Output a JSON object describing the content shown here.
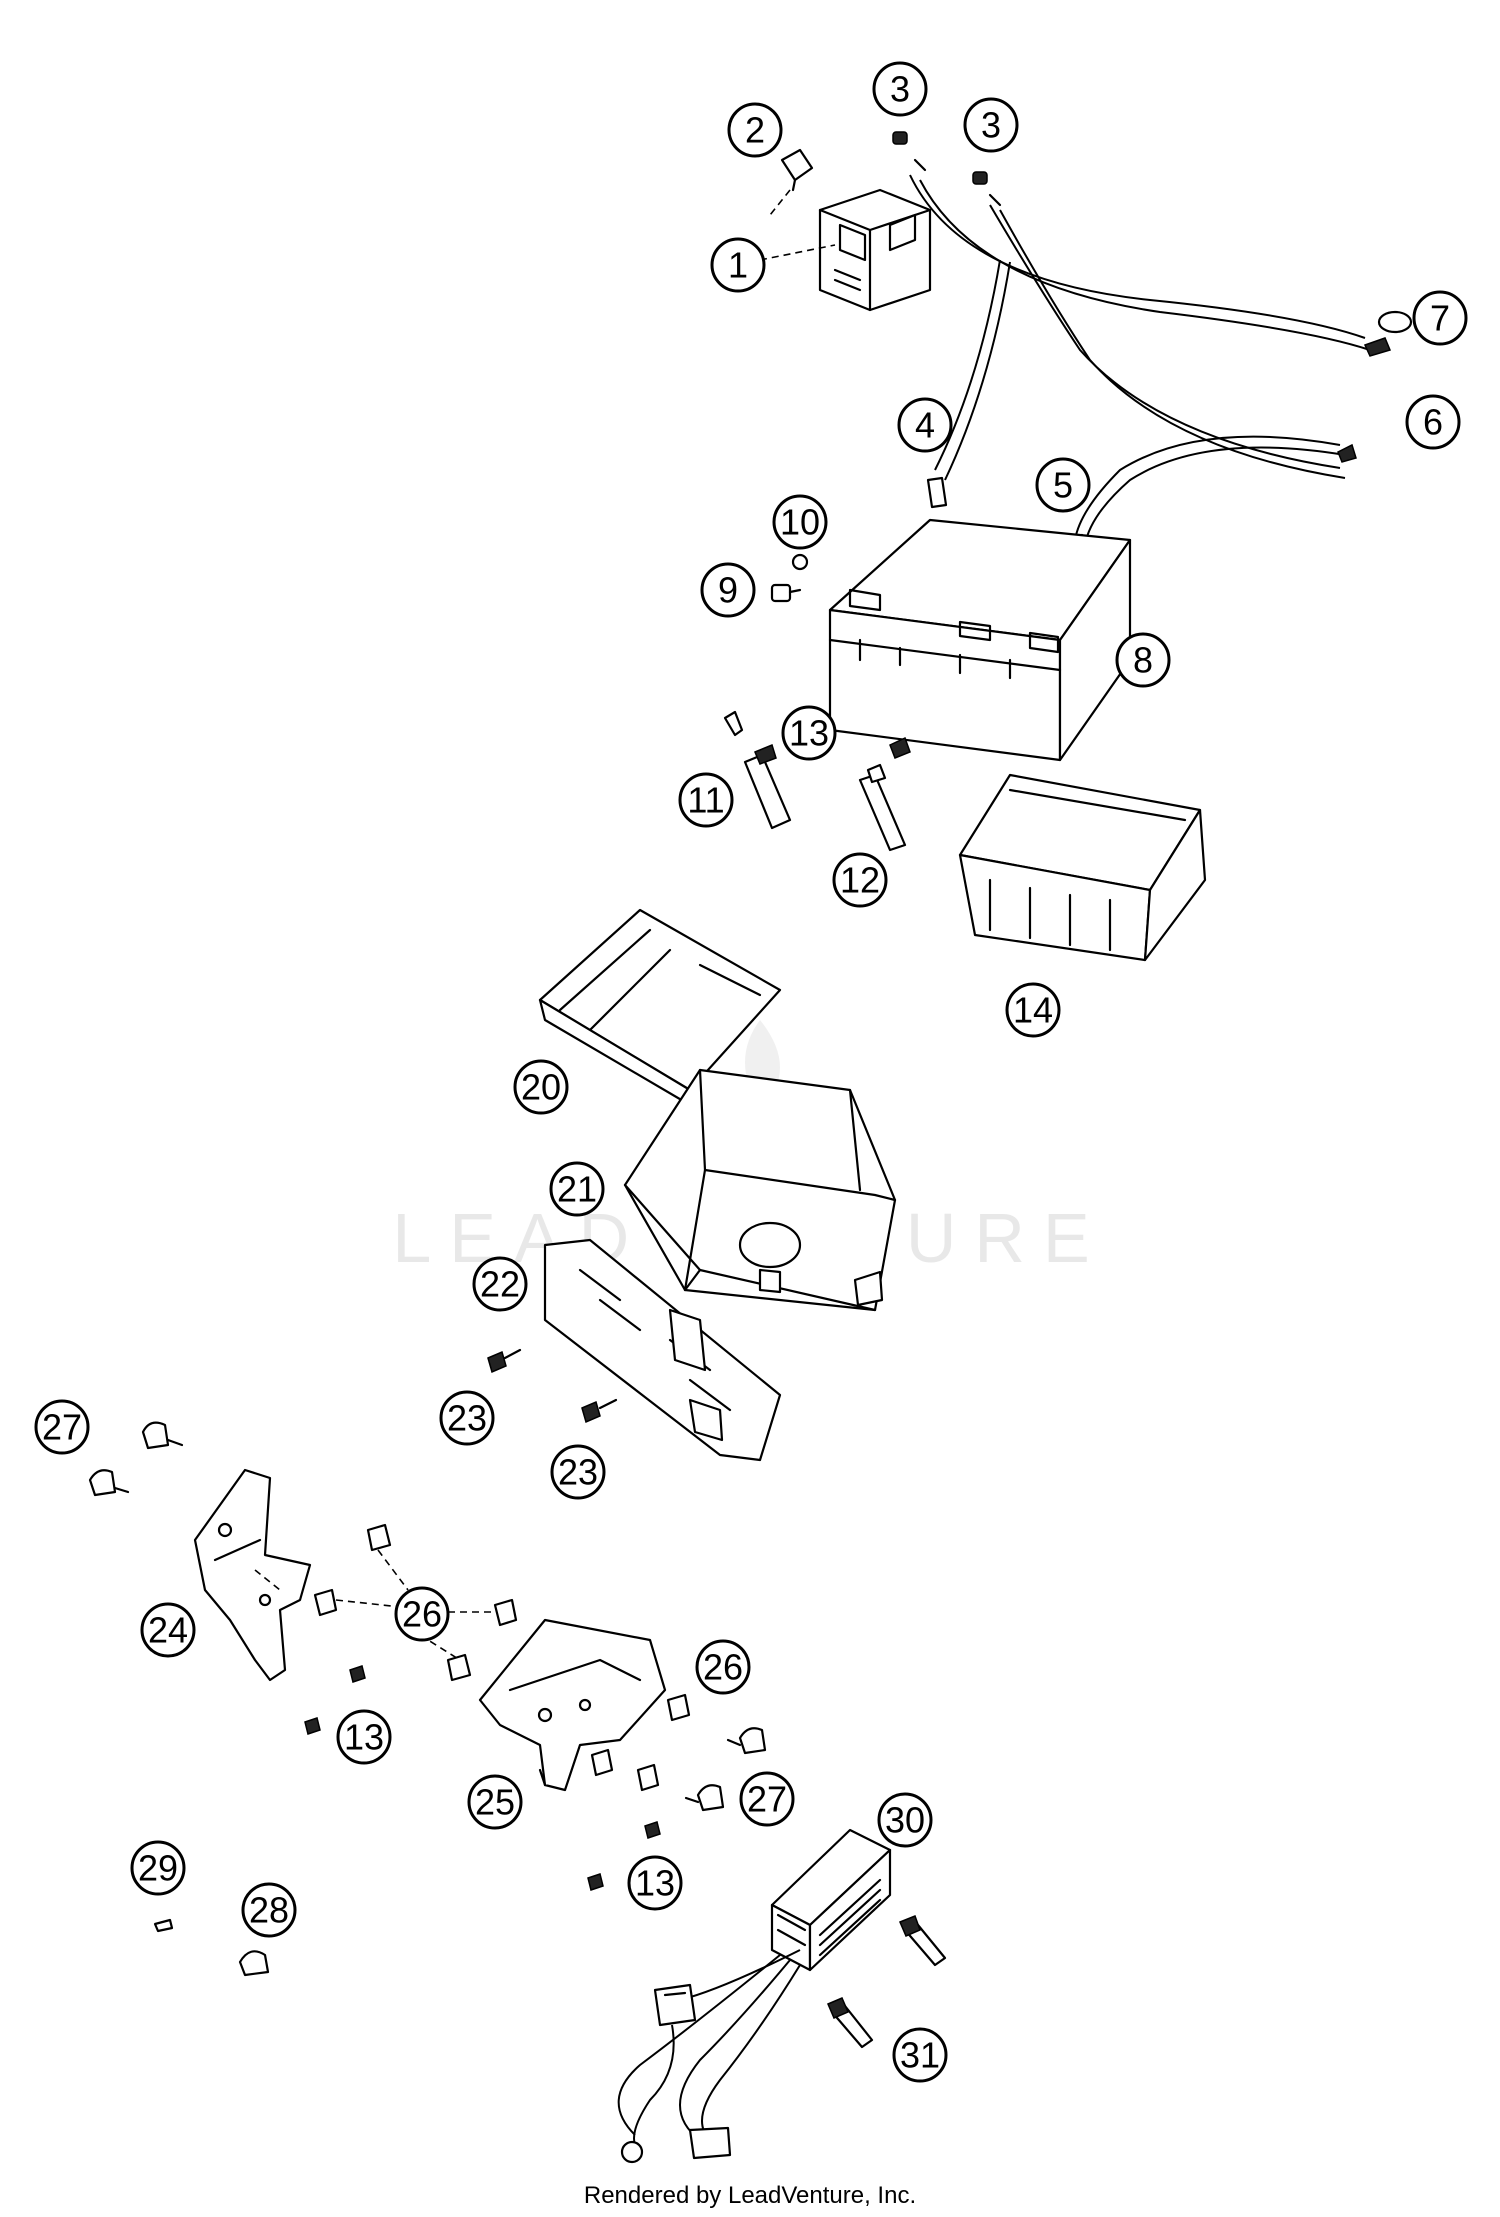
{
  "diagram": {
    "watermark": "LEADVENTURE",
    "footer": "Rendered by LeadVenture, Inc.",
    "callouts": [
      "1",
      "2",
      "3",
      "3",
      "4",
      "5",
      "6",
      "7",
      "8",
      "9",
      "10",
      "11",
      "12",
      "13",
      "13",
      "13",
      "14",
      "20",
      "21",
      "22",
      "23",
      "23",
      "24",
      "25",
      "26",
      "26",
      "27",
      "27",
      "28",
      "29",
      "30",
      "31"
    ]
  }
}
